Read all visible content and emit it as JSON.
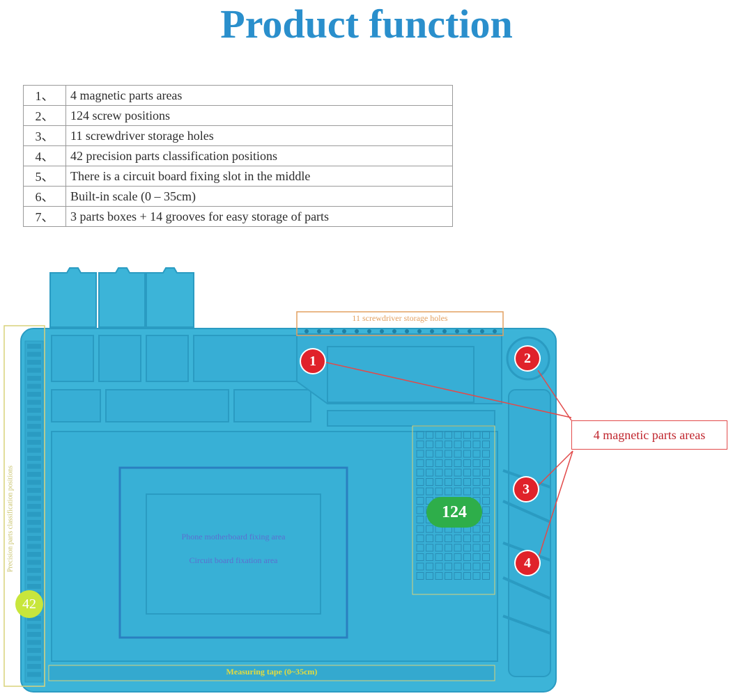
{
  "title": "Product function",
  "features": [
    {
      "num": "1、",
      "text": "4 magnetic parts areas"
    },
    {
      "num": "2、",
      "text": "124 screw positions"
    },
    {
      "num": "3、",
      "text": "11 screwdriver storage holes"
    },
    {
      "num": "4、",
      "text": "42 precision parts classification positions"
    },
    {
      "num": "5、",
      "text": "There is a circuit board fixing slot in the middle"
    },
    {
      "num": "6、",
      "text": "Built-in scale (0 – 35cm)"
    },
    {
      "num": "7、",
      "text": "3 parts boxes + 14 grooves for easy storage of parts"
    }
  ],
  "callouts": {
    "screwdriver_holes": "11 screwdriver storage holes",
    "magnetic_areas": "4 magnetic parts areas",
    "screw_positions": "124",
    "precision_positions": "42",
    "precision_side_label": "Precision parts classification positions",
    "measuring_tape": "Measuring tape (0~35cm)",
    "board_text_1": "Phone motherboard fixing area",
    "board_text_2": "Circuit board fixation area",
    "markers": [
      "1",
      "2",
      "3",
      "4"
    ]
  },
  "colors": {
    "title": "#2a8fcc",
    "mat": "#3cb4d8",
    "mat_dark": "#2a9bc2",
    "marker": "#e0222a",
    "badge_124": "#2eae4a",
    "badge_42": "#c8e63c",
    "callout_border": "#e24a4a"
  }
}
